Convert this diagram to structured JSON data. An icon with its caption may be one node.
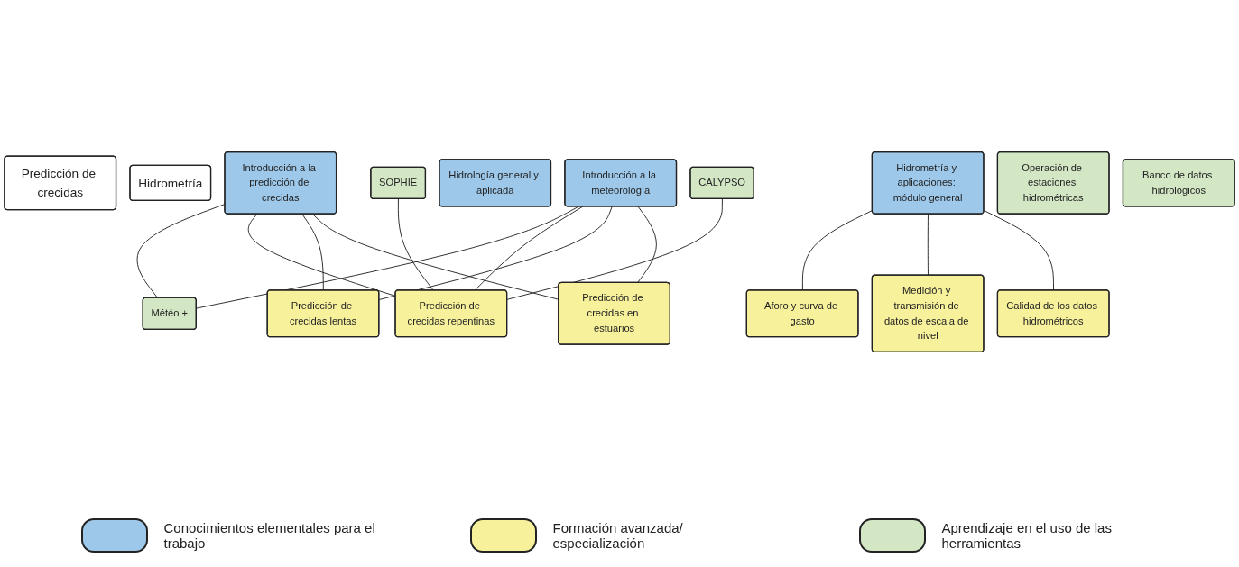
{
  "diagram": {
    "nodes": [
      {
        "text": [
          "Predicción de crecidas"
        ]
      },
      {
        "text": [
          "Hidrometría"
        ]
      },
      {
        "text": [
          "Introducción a la predicción de crecidas"
        ]
      },
      {
        "text": [
          "Introducción a la meteorología"
        ]
      },
      {
        "text": [
          "Hidrología general y aplicada"
        ]
      },
      {
        "text": [
          "Hidrometría y aplicaciones: módulo general"
        ]
      },
      {
        "text": [
          "SOPHIE"
        ]
      },
      {
        "text": [
          "CALYPSO"
        ]
      },
      {
        "text": [
          "Météo +"
        ]
      },
      {
        "text": [
          "Aforo y curva de gasto"
        ]
      },
      {
        "text": [
          "Medición y transmisión de datos de escala de nivel"
        ]
      },
      {
        "text": [
          "Calidad de los datos hidrométricos"
        ]
      },
      {
        "text": [
          "Predicción de crecidas repentinas"
        ]
      },
      {
        "text": [
          "Predicción de crecidas lentas"
        ]
      },
      {
        "text": [
          "Predicción de crecidas en estuarios"
        ]
      },
      {
        "text": [
          "Operación de estaciones hidrométricas"
        ]
      },
      {
        "text": [
          "Banco de datos hidrológicos"
        ]
      }
    ],
    "edges": [
      {
        "from": 2,
        "to": 8,
        "arrow": "none"
      },
      {
        "from": 3,
        "to": 8,
        "arrow": "none"
      },
      {
        "from": 2,
        "to": 12,
        "arrow": "none"
      },
      {
        "from": 3,
        "to": 12,
        "arrow": "none"
      },
      {
        "from": 2,
        "to": 13,
        "arrow": "none"
      },
      {
        "from": 3,
        "to": 13,
        "arrow": "none"
      },
      {
        "from": 2,
        "to": 14,
        "arrow": "none"
      },
      {
        "from": 3,
        "to": 14,
        "arrow": "none"
      },
      {
        "from": 6,
        "to": 12,
        "arrow": "none"
      },
      {
        "from": 7,
        "to": 12,
        "arrow": "none"
      },
      {
        "from": 5,
        "to": 9,
        "arrow": "none"
      },
      {
        "from": 5,
        "to": 10,
        "arrow": "none"
      },
      {
        "from": 5,
        "to": 11,
        "arrow": "none"
      }
    ],
    "legend": [
      {
        "text": "Conocimientos elementales para el trabajo",
        "color": "#9dc8ea"
      },
      {
        "text": "Formación avanzada/ especialización",
        "color": "#f7f19c"
      },
      {
        "text": "Aprendizaje en el uso de las herramientas",
        "color": "#d3e7c5"
      }
    ]
  }
}
